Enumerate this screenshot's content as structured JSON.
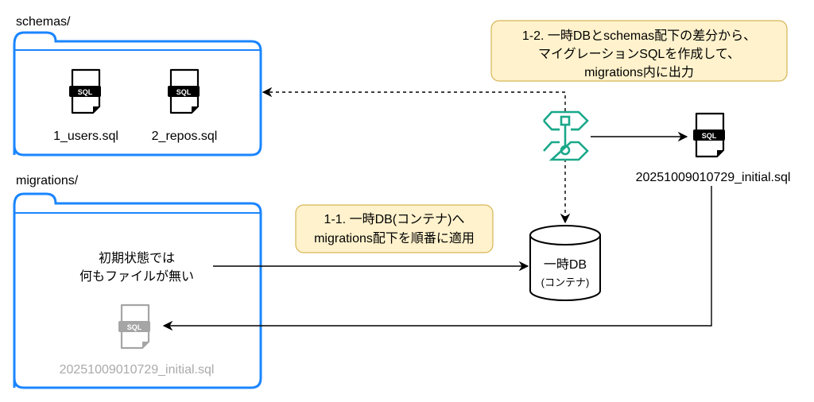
{
  "colors": {
    "folder": "#1a85ff",
    "note_fill": "#fff2cc",
    "note_stroke": "#d6b656",
    "tool": "#1aa88a",
    "muted": "#aaaaaa"
  },
  "schemas": {
    "label": "schemas/",
    "files": [
      "1_users.sql",
      "2_repos.sql"
    ]
  },
  "migrations": {
    "label": "migrations/",
    "empty_text": [
      "初期状態では",
      "何もファイルが無い"
    ],
    "ghost_file": "20251009010729_initial.sql"
  },
  "sql_badge": "SQL",
  "note_apply": [
    "1-1. 一時DB(コンテナ)へ",
    "migrations配下を順番に適用"
  ],
  "note_diff": [
    "1-2. 一時DBとschemas配下の差分から、",
    "マイグレーションSQLを作成して、",
    "migrations内に出力"
  ],
  "db": {
    "title": "一時DB",
    "subtitle": "(コンテナ)"
  },
  "output_file": "20251009010729_initial.sql",
  "icons": {
    "tool": "schema-diff-icon",
    "file": "sql-file-icon",
    "db": "database-icon"
  }
}
